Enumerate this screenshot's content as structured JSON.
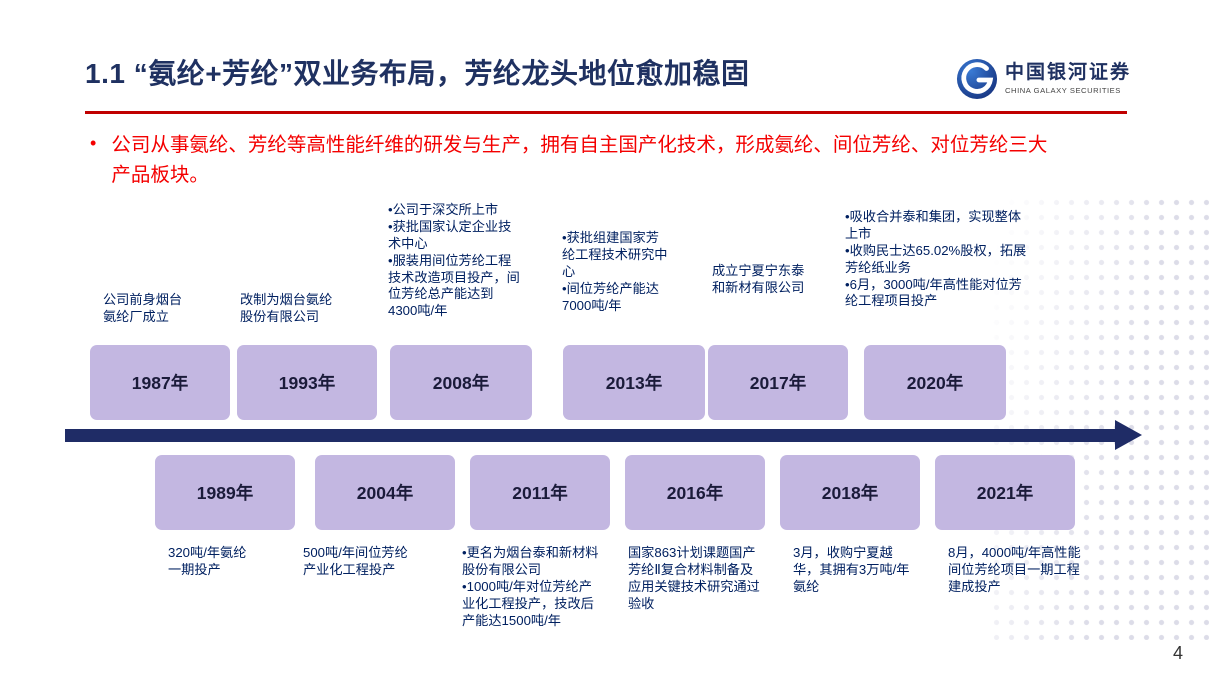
{
  "header": {
    "title": "1.1  “氨纶+芳纶”双业务布局，芳纶龙头地位愈加稳固",
    "logo_cn": "中国银河证券",
    "logo_en": "CHINA GALAXY SECURITIES"
  },
  "intro": {
    "bullet": "•",
    "text": "公司从事氨纶、芳纶等高性能纤维的研发与生产，拥有自主国产化技术，形成氨纶、间位芳纶、对位芳纶三大产品板块。"
  },
  "timeline": {
    "top": [
      {
        "year": "1987年",
        "note": "公司前身烟台\n氨纶厂成立"
      },
      {
        "year": "1993年",
        "note": "改制为烟台氨纶\n股份有限公司"
      },
      {
        "year": "2008年",
        "note": "•公司于深交所上市\n•获批国家认定企业技术中心\n•服装用间位芳纶工程技术改造项目投产，间位芳纶总产能达到4300吨/年"
      },
      {
        "year": "2013年",
        "note": "•获批组建国家芳纶工程技术研究中心\n•间位芳纶产能达7000吨/年"
      },
      {
        "year": "2017年",
        "note": "成立宁夏宁东泰和新材有限公司"
      },
      {
        "year": "2020年",
        "note": "•吸收合并泰和集团，实现整体上市\n•收购民士达65.02%股权，拓展芳纶纸业务\n•6月，3000吨/年高性能对位芳纶工程项目投产"
      }
    ],
    "bottom": [
      {
        "year": "1989年",
        "note": "320吨/年氨纶\n一期投产"
      },
      {
        "year": "2004年",
        "note": "500吨/年间位芳纶\n产业化工程投产"
      },
      {
        "year": "2011年",
        "note": "•更名为烟台泰和新材料股份有限公司\n•1000吨/年对位芳纶产业化工程投产，技改后产能达1500吨/年"
      },
      {
        "year": "2016年",
        "note": "国家863计划课题国产芳纶Ⅱ复合材料制备及应用关键技术研究通过验收"
      },
      {
        "year": "2018年",
        "note": "3月，收购宁夏越华，其拥有3万吨/年氨纶"
      },
      {
        "year": "2021年",
        "note": "8月，4000吨/年高性能间位芳纶项目一期工程建成投产"
      }
    ]
  },
  "footer": {
    "page_number": "4"
  },
  "colors": {
    "title": "#1F3161",
    "accent_red": "#C00000",
    "intro_text": "#F40000",
    "year_box": "#C3B7E1",
    "note_text": "#002060",
    "axis": "#1F2C66"
  }
}
